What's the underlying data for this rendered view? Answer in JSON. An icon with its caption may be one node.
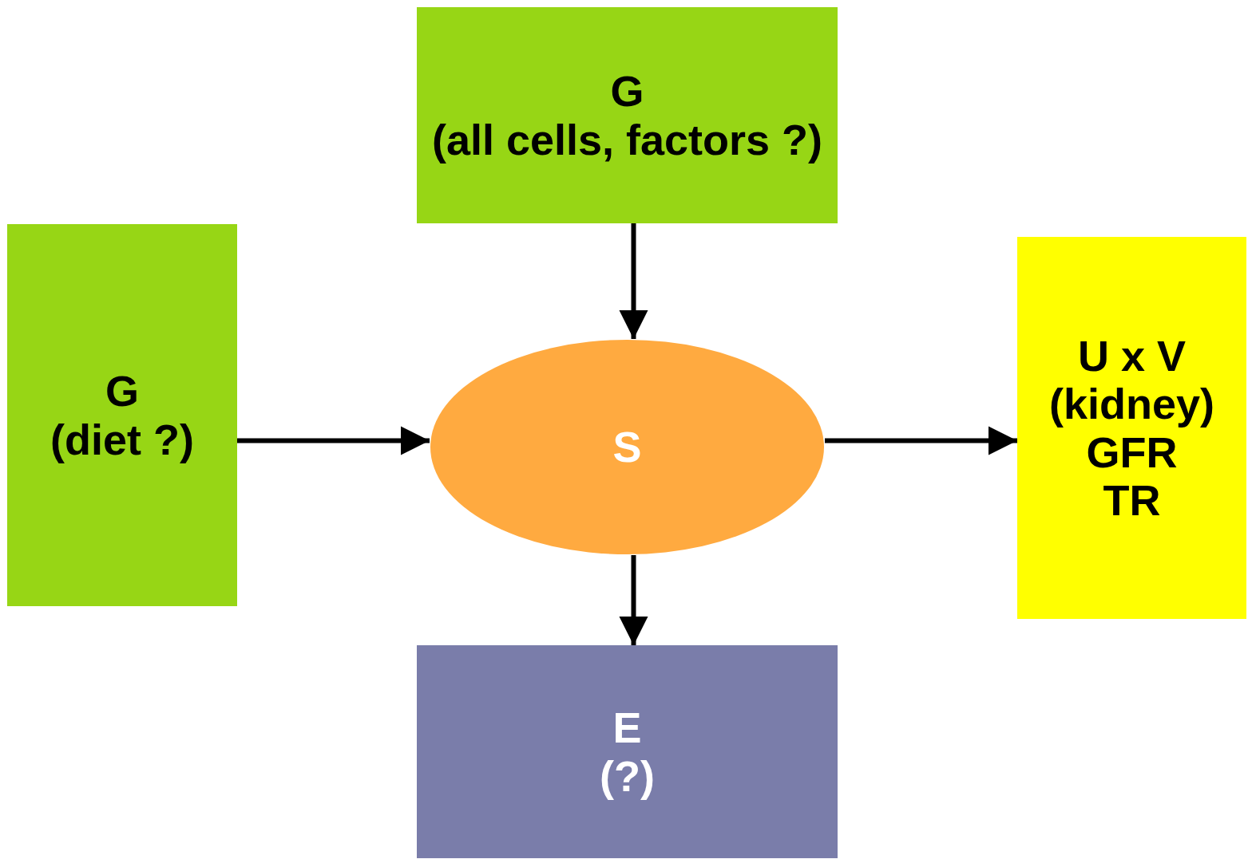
{
  "diagram": {
    "nodes": [
      {
        "text": [
          "G",
          "(all cells, factors ?)"
        ]
      },
      {
        "text": [
          "G",
          "(diet ?)"
        ]
      },
      {
        "text": [
          "S"
        ]
      },
      {
        "text": [
          "U x V",
          "(kidney)",
          "GFR",
          "TR"
        ]
      },
      {
        "text": [
          "E",
          "(?)"
        ]
      }
    ],
    "edges": [
      {
        "from": 0,
        "to": 2,
        "arrow": "to"
      },
      {
        "from": 1,
        "to": 2,
        "arrow": "to"
      },
      {
        "from": 2,
        "to": 3,
        "arrow": "to"
      },
      {
        "from": 2,
        "to": 4,
        "arrow": "to"
      }
    ]
  }
}
